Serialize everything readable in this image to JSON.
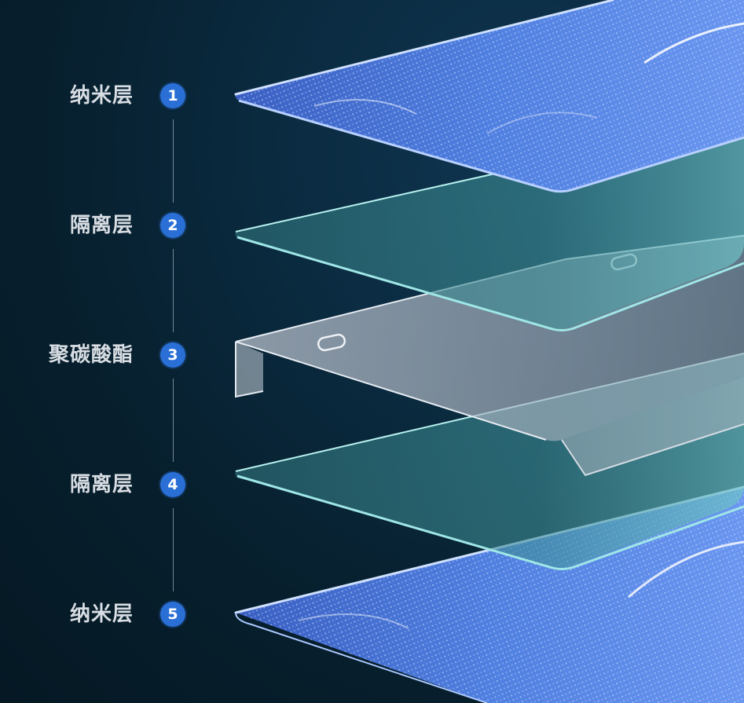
{
  "layers": [
    {
      "number": "1",
      "label": "纳米层"
    },
    {
      "number": "2",
      "label": "隔离层"
    },
    {
      "number": "3",
      "label": "聚碳酸酯"
    },
    {
      "number": "4",
      "label": "隔离层"
    },
    {
      "number": "5",
      "label": "纳米层"
    }
  ],
  "colors": {
    "badge": "#2a6fd6",
    "label_text": "#d8dde3",
    "background": "#071f2d",
    "nano_layer": "#4a78d8",
    "isolation_layer": "#3fb5c0",
    "polycarbonate": "#9aa3b0"
  }
}
